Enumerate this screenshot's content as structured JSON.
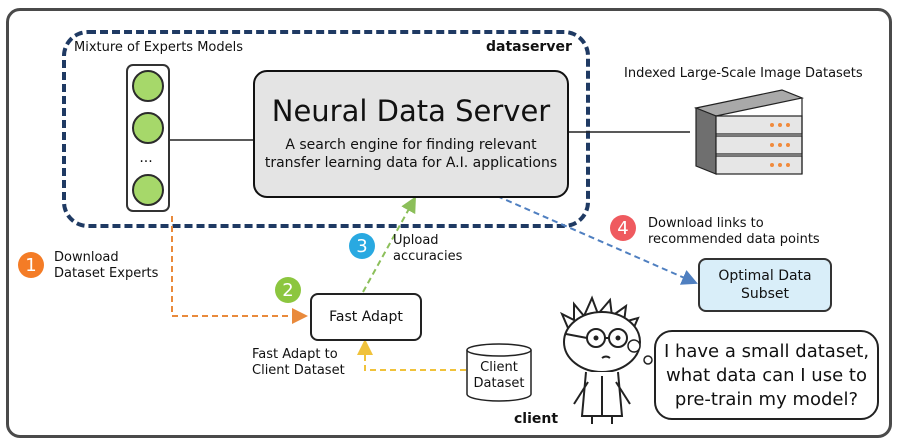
{
  "labels": {
    "mixture": "Mixture of Experts Models",
    "dataserver": "dataserver",
    "indexed": "Indexed Large-Scale Image Datasets",
    "ellipsis": "...",
    "client": "client"
  },
  "neural_server": {
    "title": "Neural Data Server",
    "subtitle_line1": "A search engine for finding relevant",
    "subtitle_line2": "transfer learning data for A.I. applications"
  },
  "steps": [
    {
      "number": "1",
      "color": "#f47c26",
      "line1": "Download",
      "line2": "Dataset Experts"
    },
    {
      "number": "2",
      "color": "#8cc63f",
      "line1": "",
      "line2": ""
    },
    {
      "number": "3",
      "color": "#29a9e1",
      "line1": "Upload",
      "line2": "accuracies"
    },
    {
      "number": "4",
      "color": "#ef5a5f",
      "line1": "Download links to",
      "line2": "recommended data points"
    }
  ],
  "fast_adapt": {
    "box": "Fast Adapt",
    "caption_line1": "Fast Adapt to",
    "caption_line2": "Client Dataset"
  },
  "client_dataset": {
    "line1": "Client",
    "line2": "Dataset"
  },
  "optimal": {
    "line1": "Optimal Data",
    "line2": "Subset"
  },
  "speech": {
    "line1": "I have a small dataset,",
    "line2": "what data can I use to",
    "line3": "pre-train my model?"
  },
  "colors": {
    "orange_arrow": "#e98a3c",
    "green_arrow": "#8cbf5a",
    "blue_arrow": "#4f7fc0",
    "yellow_arrow": "#f0c23b",
    "dash_frame": "#1f3a63",
    "server_fill": "#e4e4e4",
    "optimal_fill": "#d9eef9",
    "expert_fill": "#a6d86a"
  }
}
